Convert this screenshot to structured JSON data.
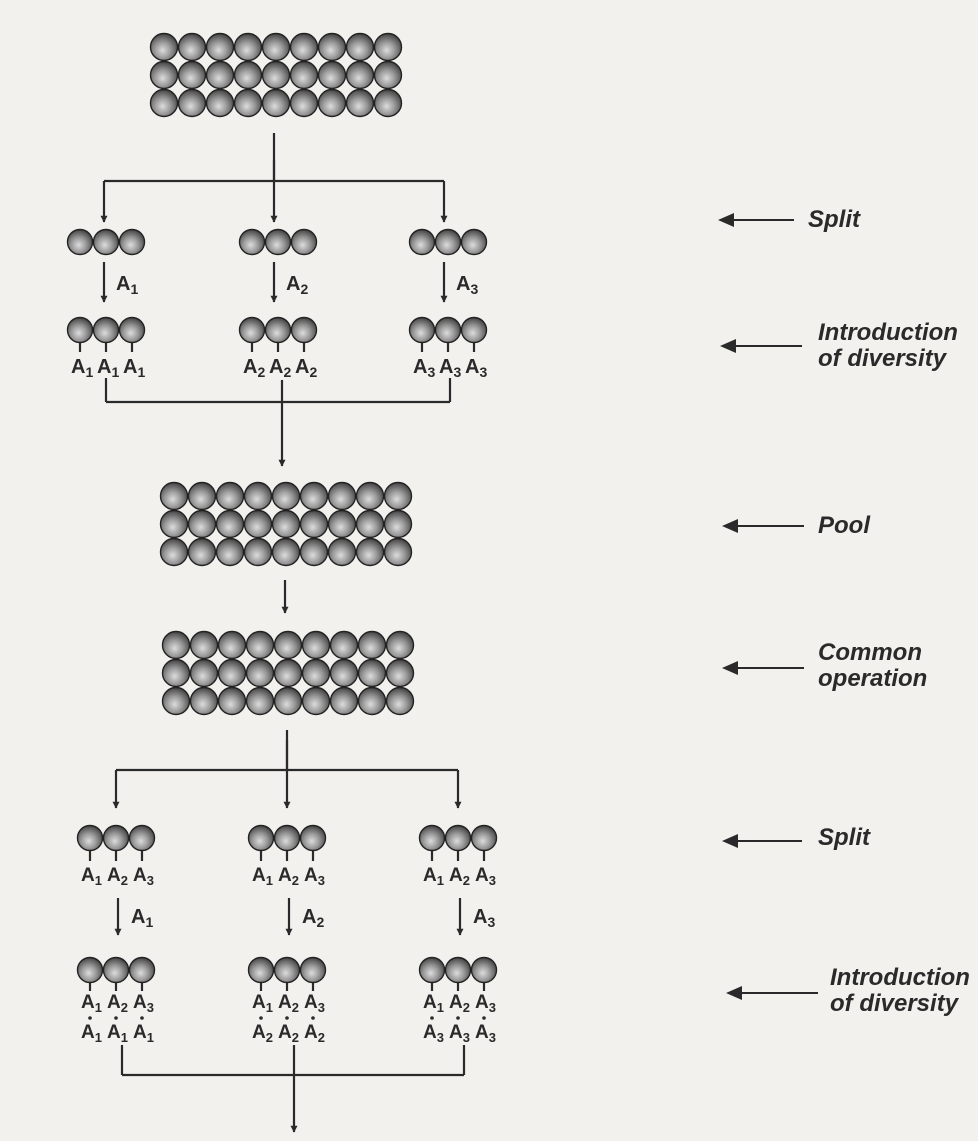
{
  "labels": {
    "split_1": "Split",
    "diversity_1_line1": "Introduction",
    "diversity_1_line2": "of diversity",
    "pool": "Pool",
    "common_line1": "Common",
    "common_line2": "operation",
    "split_2": "Split",
    "diversity_2_line1": "Introduction",
    "diversity_2_line2": "of diversity"
  },
  "building_block": {
    "letter": "A",
    "indices": [
      "1",
      "2",
      "3"
    ]
  },
  "colors": {
    "ink": "#2a2a2a",
    "bead_dark": "#3c3c3c",
    "bead_light": "#d8d8d8",
    "background": "#f2f1ee"
  }
}
